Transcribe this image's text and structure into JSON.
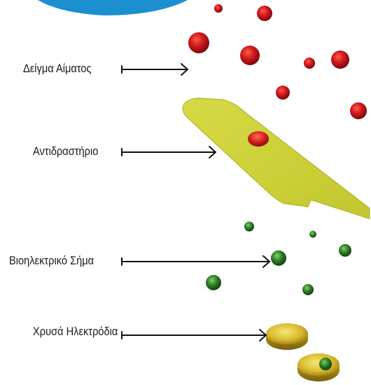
{
  "labels": {
    "blood_sample": "Δείγμα Αίματος",
    "reagent": "Αντιδραστήριο",
    "bioelectric_signal": "Βιοηλεκτρικό Σήμα",
    "gold_electrodes": "Χρυσά Ηλεκτρόδια"
  },
  "colors": {
    "blood_cell": "#c8141c",
    "strip": "#cfd33a",
    "signal_particle": "#2f7a1f",
    "electrode_gold": "#d8b52a",
    "top_arc": "#1c8fd0",
    "arrow": "#111111"
  },
  "icons": {
    "blood_cell": "red-blood-cell-icon",
    "reagent_strip": "reagent-strip-icon",
    "signal_particle": "green-particle-icon",
    "electrode": "gold-disc-electrode-icon"
  }
}
